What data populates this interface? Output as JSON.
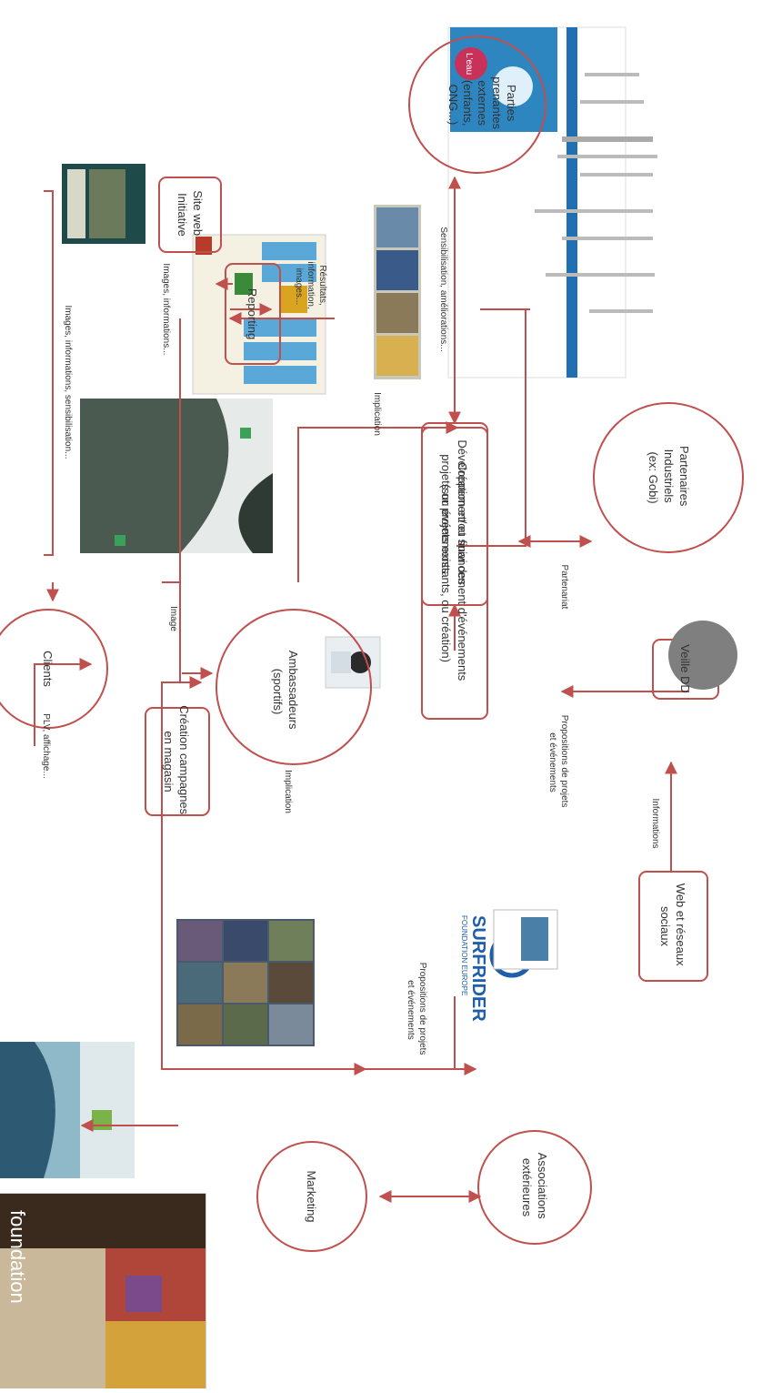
{
  "colors": {
    "line": "#c0504d",
    "node_stroke": "#c0504d",
    "text": "#333333",
    "bubble": "#7f7f7f",
    "water_blue": "#2e86c1",
    "web_page_header": "#1f6fb2",
    "surfrider_blue": "#1f5fa8"
  },
  "nodes": {
    "marketing": "Marketing",
    "associations": [
      "Associations",
      "extérieures"
    ],
    "creation_campagnes": [
      "Création campagnes",
      "en magasin"
    ],
    "clients": "Clients",
    "ambassadeurs": [
      "Ambassadeurs",
      "(sportifs)"
    ],
    "creation_financement": [
      "Création et/ou financement d'événements",
      "(sur projets existants, ou création)"
    ],
    "veille": "Veille DD",
    "web_reseaux": [
      "Web et réseaux",
      "sociaux"
    ],
    "developpement": [
      "Développement et suivi des",
      "projets ou événements"
    ],
    "partenaires": [
      "Partenaires",
      "Industriels",
      "(ex: Gobi)"
    ],
    "reporting": "Reporting",
    "site_web": [
      "Site web",
      "Initiative"
    ],
    "parties_prenantes": [
      "Parties",
      "prenantes",
      "externes",
      "(enfants,",
      "ONG...)"
    ]
  },
  "edge_labels": {
    "plv": "PLV, affichage...",
    "image": "Image",
    "implication_amb": "Implication",
    "implication_dev": "Implication",
    "propositions_assoc": [
      "Propositions de projets",
      "et événements"
    ],
    "propositions_veille": [
      "Propositions de projets",
      "et événements"
    ],
    "informations": "Informations",
    "images_info_sensib": "Images, informations, sensibilisation...",
    "images_info": "Images, informations...",
    "partenariat": "Partenariat",
    "resultats": [
      "Résultats,",
      "information,",
      "images..."
    ],
    "sensibilisation": "Sensibilisation, améliorations..."
  },
  "thumbnails": {
    "foundation_title": "foundation",
    "surfrider_name": "SURFRIDER",
    "surfrider_sub": "FOUNDATION EUROPE",
    "water_page_badge": "L'eau"
  }
}
